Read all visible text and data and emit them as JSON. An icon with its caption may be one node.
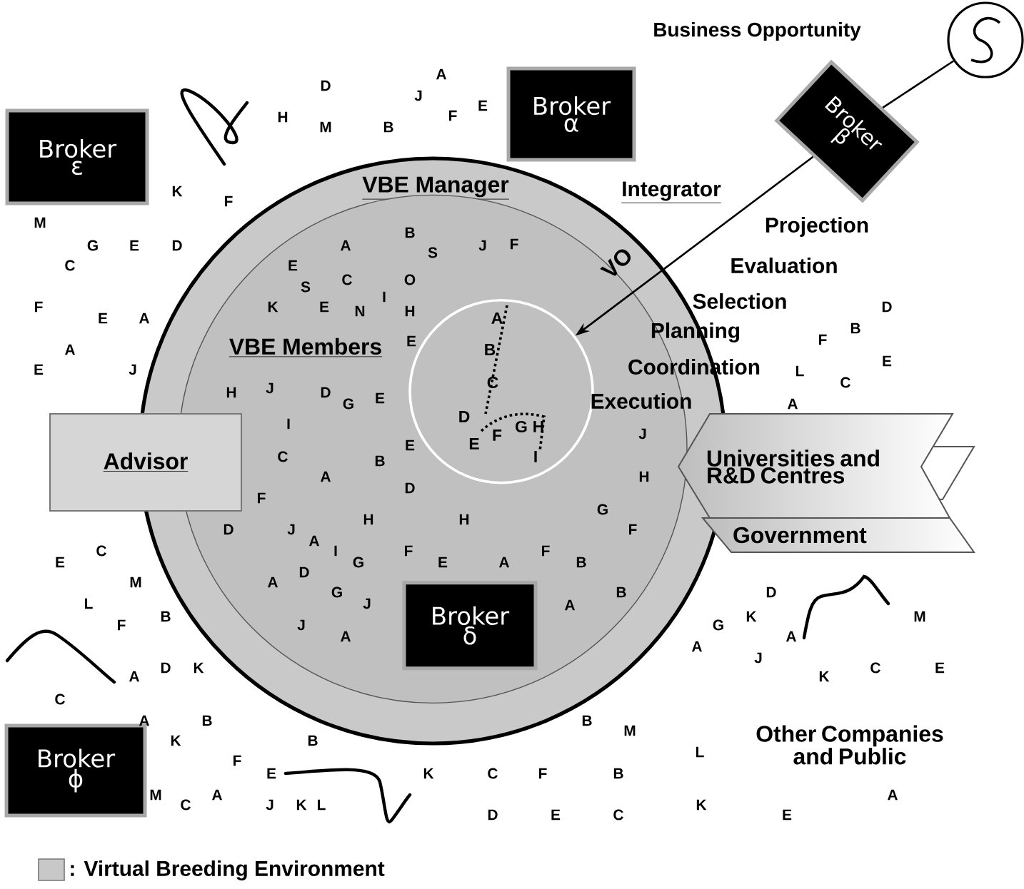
{
  "diagram": {
    "nodes": [
      {
        "text": [],
        "shape": "circle"
      },
      {
        "text": [
          "Broker β"
        ]
      },
      {
        "text": [
          "Broker α"
        ]
      },
      {
        "text": [
          "Broker ε"
        ]
      },
      {
        "text": [
          "VBE Manager"
        ]
      },
      {
        "text": [
          "VBE Members"
        ],
        "in": 4
      },
      {
        "text": [
          "VO"
        ],
        "in": 5
      },
      {
        "text": [
          "Advisor"
        ]
      },
      {
        "text": [
          "Universities and R&D Centres"
        ]
      },
      {
        "text": [
          "Government"
        ]
      },
      {
        "text": [
          "Broker δ"
        ],
        "in": 5
      },
      {
        "text": [
          "Broker ϕ"
        ]
      }
    ],
    "edges": [
      {
        "from": 1,
        "to": 6,
        "arrow": "to"
      },
      {
        "from": 1,
        "to": 0,
        "arrow": "none"
      }
    ],
    "labels": [
      "Business Opportunity",
      "Integrator",
      "Projection",
      "Evaluation",
      "Selection",
      "Planning",
      "Coordination",
      "Execution",
      "Other Companies and Public",
      "A",
      "D",
      "J",
      "E",
      "H",
      "M",
      "B",
      "F",
      "K",
      "F",
      "M",
      "G",
      "E",
      "D",
      "C",
      "F",
      "E",
      "A",
      "A",
      "E",
      "J",
      "B",
      "A",
      "J",
      "F",
      "S",
      "E",
      "C",
      "O",
      "S",
      "I",
      "K",
      "E",
      "N",
      "H",
      "E",
      "H",
      "J",
      "D",
      "G",
      "E",
      "A",
      "B",
      "C",
      "D",
      "E",
      "F",
      "G",
      "H",
      "I",
      "D",
      "B",
      "F",
      "E",
      "L",
      "C",
      "A",
      "I",
      "J",
      "E",
      "C",
      "B",
      "A",
      "H",
      "D",
      "F",
      "G",
      "H",
      "H",
      "D",
      "J",
      "F",
      "A",
      "I",
      "F",
      "F",
      "G",
      "E",
      "A",
      "B",
      "D",
      "A",
      "G",
      "B",
      "J",
      "A",
      "J",
      "A",
      "C",
      "E",
      "M",
      "L",
      "B",
      "F",
      "D",
      "K",
      "A",
      "C",
      "A",
      "B",
      "K",
      "B",
      "F",
      "E",
      "M",
      "A",
      "C",
      "J",
      "K",
      "L",
      "K",
      "C",
      "F",
      "B",
      "D",
      "E",
      "C",
      "B",
      "M",
      "L",
      "K",
      "E",
      "A",
      "D",
      "K",
      "G",
      "M",
      "A",
      "A",
      "J",
      "C",
      "E",
      "K"
    ],
    "legend": [
      {
        "text": ": Virtual Breeding Environment",
        "color": "#c8c8c8"
      }
    ]
  }
}
